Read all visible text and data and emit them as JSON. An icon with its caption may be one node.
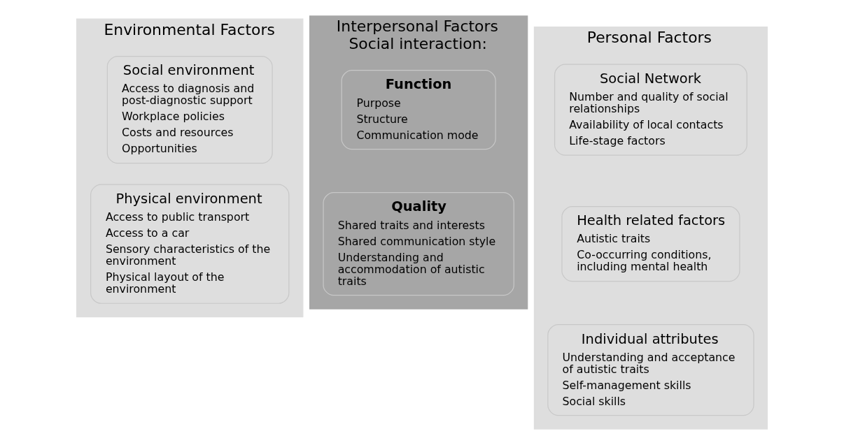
{
  "diagram": {
    "nodes": [
      {
        "text": [
          "Environmental Factors"
        ]
      },
      {
        "text": [
          "Social environment",
          "Access to diagnosis and post-diagnostic support",
          "Workplace policies",
          "Costs and resources",
          "Opportunities"
        ],
        "in": 0
      },
      {
        "text": [
          "Physical environment",
          "Access to public transport",
          "Access to a car",
          "Sensory characteristics of the environment",
          "Physical layout of the environment"
        ],
        "in": 0
      },
      {
        "text": [
          "Interpersonal Factors",
          "Social interaction:"
        ]
      },
      {
        "text": [
          "Function",
          "Purpose",
          "Structure",
          "Communication mode"
        ],
        "in": 3
      },
      {
        "text": [
          "Quality",
          "Shared traits and interests",
          "Shared communication style",
          "Understanding and accommodation of autistic traits"
        ],
        "in": 3
      },
      {
        "text": [
          "Personal Factors"
        ]
      },
      {
        "text": [
          "Social Network",
          "Number and quality of social relationships",
          "Availability of local contacts",
          "Life-stage factors"
        ],
        "in": 6
      },
      {
        "text": [
          "Health related factors",
          "Autistic traits",
          "Co-occurring conditions, including mental health"
        ],
        "in": 6
      },
      {
        "text": [
          "Individual attributes",
          "Understanding and acceptance of autistic traits",
          "Self-management skills",
          "Social skills"
        ],
        "in": 6
      }
    ],
    "edges": []
  }
}
